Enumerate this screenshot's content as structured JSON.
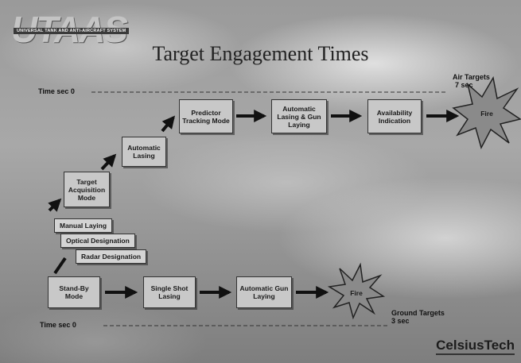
{
  "header": {
    "logo_text": "UTAAS",
    "logo_subtitle": "UNIVERSAL TANK AND ANTI-AIRCRAFT SYSTEM",
    "title": "Target Engagement Times"
  },
  "air_track": {
    "time_label": "Time sec 0",
    "target_label_line1": "Air Targets",
    "target_label_line2": "7 sec",
    "steps": [
      "Target Acquisition Mode",
      "Automatic Lasing",
      "Predictor Tracking Mode",
      "Automatic Lasing & Gun Laying",
      "Availability Indication"
    ],
    "fire_label": "Fire"
  },
  "laying_options": [
    "Manual Laying",
    "Optical Designation",
    "Radar Designation"
  ],
  "ground_track": {
    "time_label": "Time sec 0",
    "target_label_line1": "Ground Targets",
    "target_label_line2": "3 sec",
    "steps": [
      "Stand-By Mode",
      "Single Shot Lasing",
      "Automatic Gun Laying"
    ],
    "fire_label": "Fire"
  },
  "brand": "CelsiusTech",
  "colors": {
    "box_fill": "#c8c8c8",
    "starburst_fill": "#8a8a8a",
    "outline": "#333333"
  }
}
